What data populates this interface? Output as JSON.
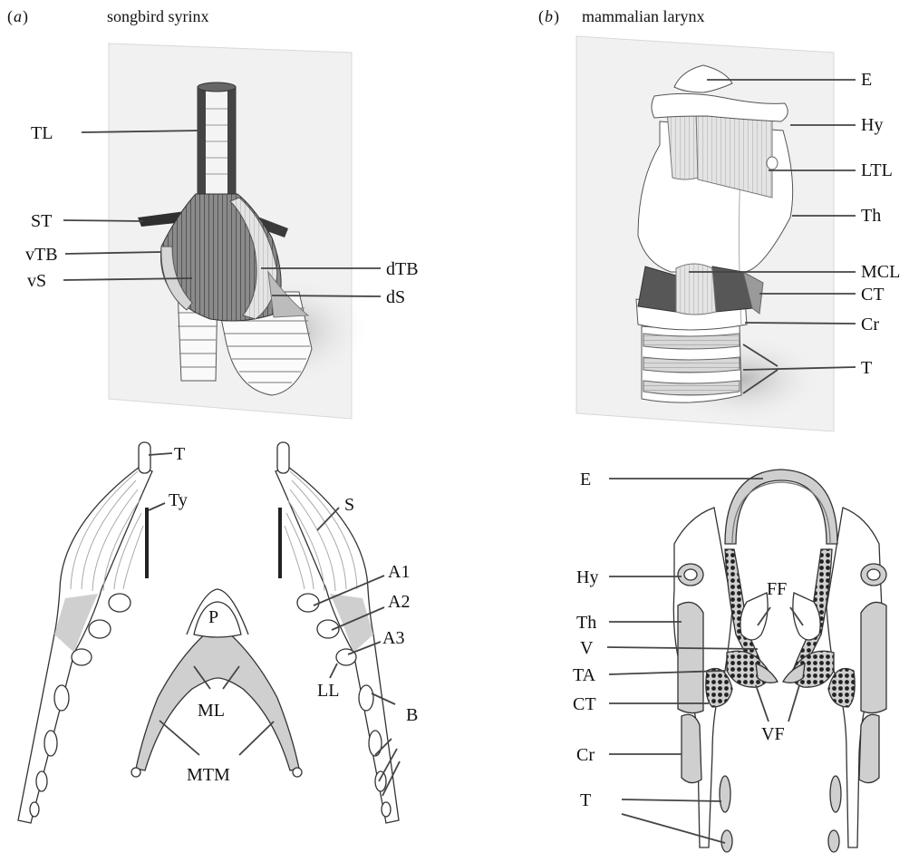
{
  "panel_a": {
    "letter": "a",
    "title": "songbird syrinx",
    "top_labels": [
      "TL",
      "ST",
      "vTB",
      "vS",
      "dTB",
      "dS"
    ],
    "bottom_labels": [
      "T",
      "Ty",
      "S",
      "A1",
      "A2",
      "A3",
      "LL",
      "B",
      "P",
      "ML",
      "MTM"
    ]
  },
  "panel_b": {
    "letter": "b",
    "title": "mammalian larynx",
    "top_labels": [
      "E",
      "Hy",
      "LTL",
      "Th",
      "MCL",
      "CT",
      "Cr",
      "T"
    ],
    "bottom_labels": [
      "E",
      "Hy",
      "FF",
      "Th",
      "V",
      "TA",
      "CT",
      "VF",
      "Cr",
      "T"
    ]
  },
  "colors": {
    "muscle_dark": "#5a5a5a",
    "tissue_grey": "#cfcfcf",
    "plane_grey": "#f0f0f0",
    "line": "#444444"
  }
}
